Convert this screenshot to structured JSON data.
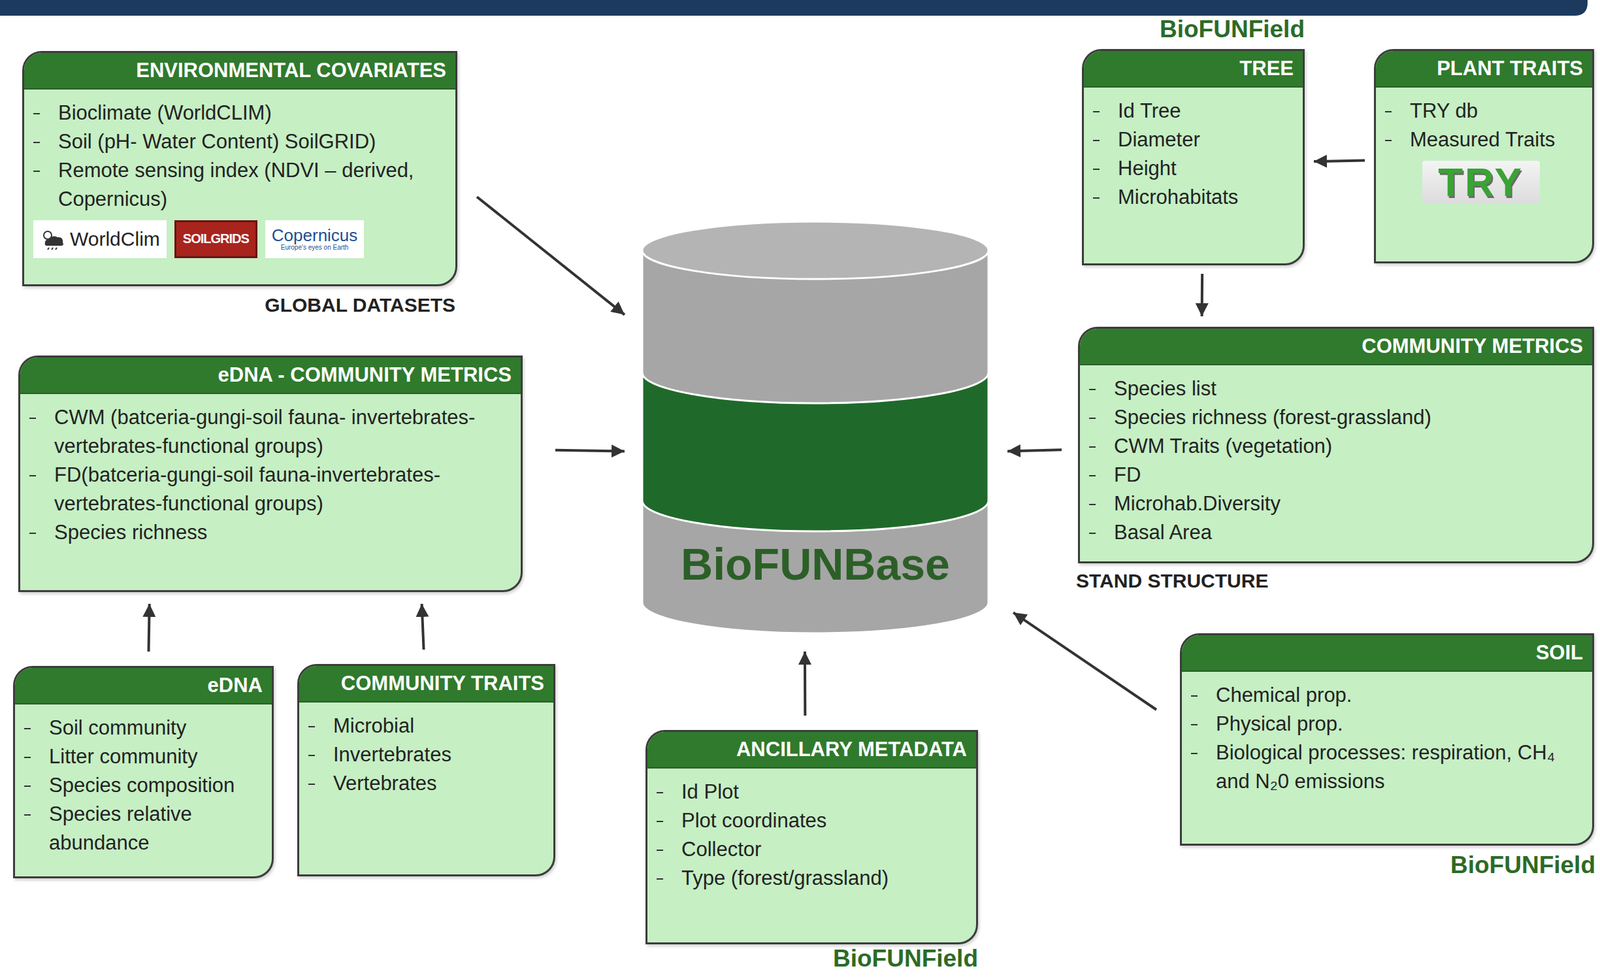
{
  "diagram": {
    "nodes": [
      {
        "text": [
          "ENVIRONMENTAL COVARIATES",
          "Bioclimate (WorldCLIM)",
          "Soil (pH- Water Content) SoilGRID)",
          "Remote sensing index (NDVI – derived, Copernicus)"
        ]
      },
      {
        "text": [
          "BioFUNBase"
        ]
      },
      {
        "text": [
          "TREE",
          "Id Tree",
          "Diameter",
          "Height",
          "Microhabitats"
        ]
      },
      {
        "text": [
          "PLANT TRAITS",
          "TRY db",
          "Measured Traits",
          "TRY"
        ]
      },
      {
        "text": [
          "eDNA - COMMUNITY METRICS",
          "CWM (batceria-gungi-soil fauna- invertebrates-vertebrates-functional groups)",
          "FD(batceria-gungi-soil fauna-invertebrates- vertebrates-functional groups)",
          "Species richness"
        ]
      },
      {
        "text": [
          "COMMUNITY METRICS",
          "Species list",
          "Species richness (forest-grassland)",
          "CWM Traits (vegetation)",
          "FD",
          "Microhab.Diversity",
          "Basal Area"
        ]
      },
      {
        "text": [
          "eDNA",
          "Soil community",
          "Litter community",
          "Species composition",
          "Species relative abundance"
        ]
      },
      {
        "text": [
          "COMMUNITY TRAITS",
          "Microbial",
          "Invertebrates",
          "Vertebrates"
        ]
      },
      {
        "text": [
          "ANCILLARY METADATA",
          "Id Plot",
          "Plot coordinates",
          "Collector",
          "Type (forest/grassland)"
        ]
      },
      {
        "text": [
          "SOIL",
          "Chemical prop.",
          "Physical prop.",
          "Biological processes: respiration, CH₄ and N₂0 emissions"
        ]
      }
    ],
    "edges": [
      {
        "from": 0,
        "to": 1,
        "arrow": "to"
      },
      {
        "from": 4,
        "to": 1,
        "arrow": "to"
      },
      {
        "from": 5,
        "to": 1,
        "arrow": "to"
      },
      {
        "from": 8,
        "to": 1,
        "arrow": "to"
      },
      {
        "from": 9,
        "to": 1,
        "arrow": "to"
      },
      {
        "from": 3,
        "to": 2,
        "arrow": "to"
      },
      {
        "from": 2,
        "to": 5,
        "arrow": "to"
      },
      {
        "from": 6,
        "to": 4,
        "arrow": "to"
      },
      {
        "from": 7,
        "to": 4,
        "arrow": "to"
      }
    ],
    "labels": [
      "WorldClim",
      "SOILGRIDS",
      "Copernicus",
      "Europe's eyes on Earth",
      "GLOBAL DATASETS",
      "BioFUNField",
      "STAND STRUCTURE",
      "BioFUNField",
      "BioFUNField"
    ]
  }
}
